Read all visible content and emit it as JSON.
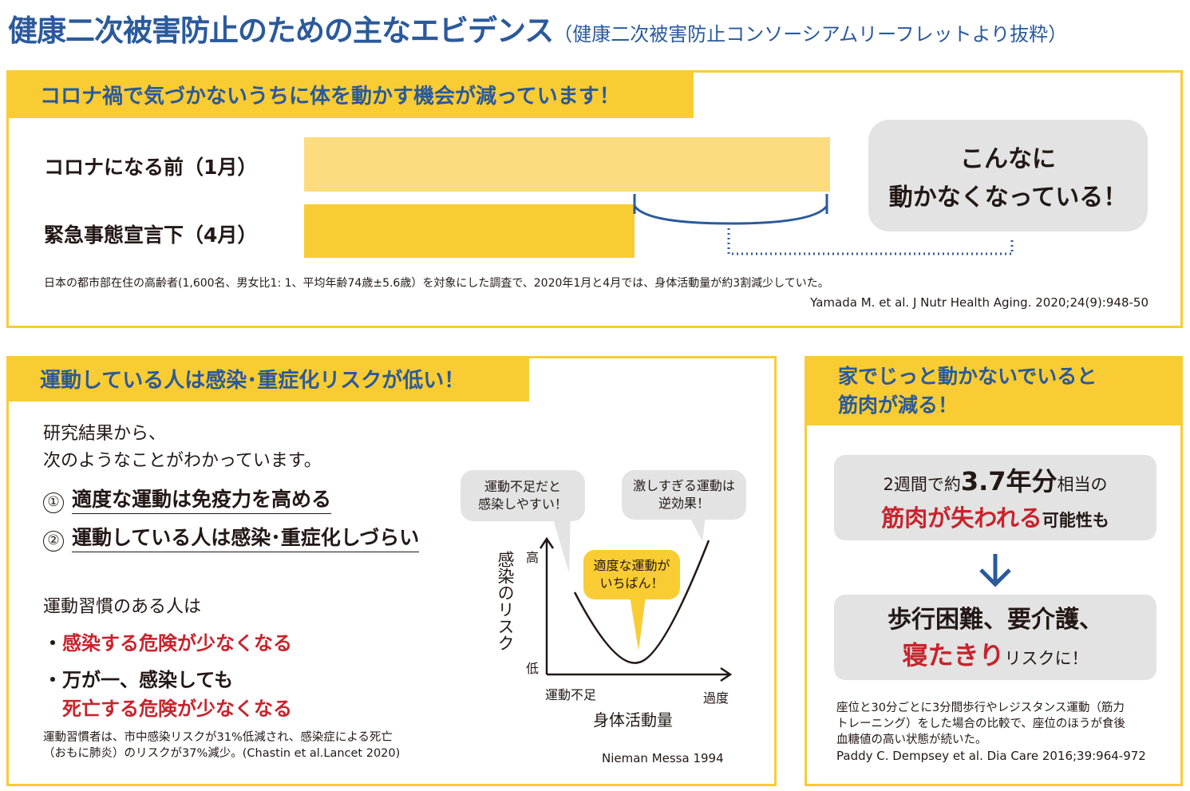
{
  "header": {
    "title": "健康二次被害防止のための主なエビデンス",
    "subtitle": "（健康二次被害防止コンソーシアムリーフレットより抜粋）"
  },
  "panel1": {
    "heading": "コロナ禍で気づかないうちに体を動かす機会が減っています！",
    "rows": [
      {
        "label": "コロナになる前（1月）",
        "relative_activity": 1.0
      },
      {
        "label": "緊急事態宣言下（4月）",
        "relative_activity": 0.63
      }
    ],
    "callout_line1": "こんなに",
    "callout_line2": "動かなくなっている！",
    "note": "日本の都市部在住の高齢者(1,600名、男女比1: 1、平均年齢74歳±5.6歳）を対象にした調査で、2020年1月と4月では、身体活動量が約3割減少していた。",
    "citation": "Yamada M. et al. J Nutr Health Aging. 2020;24(9):948-50"
  },
  "panel2": {
    "heading": "運動している人は感染･重症化リスクが低い！",
    "intro1": "研究結果から、",
    "intro2": "次のようなことがわかっています。",
    "points": [
      {
        "num": "①",
        "text": "適度な運動は免疫力を高める"
      },
      {
        "num": "②",
        "text": "運動している人は感染･重症化しづらい"
      }
    ],
    "habit": "運動習慣のある人は",
    "bullet1": "感染する危険が少なくなる",
    "bullet2a": "万が一、感染しても",
    "bullet2b": "死亡する危険が少なくなる",
    "bullet_mark": "・",
    "note1": "運動習慣者は、市中感染リスクが31%低減され、感染症による死亡",
    "note2": "（おもに肺炎）のリスクが37%減少。(Chastin et al.Lancet 2020)",
    "chart": {
      "bubble_left_1": "運動不足だと",
      "bubble_left_2": "感染しやすい！",
      "bubble_right_1": "激しすぎる運動は",
      "bubble_right_2": "逆効果！",
      "bubble_mid_1": "適度な運動が",
      "bubble_mid_2": "いちばん！",
      "ylabel": "感染のリスク",
      "y_high": "高",
      "y_low": "低",
      "x_low": "運動不足",
      "x_high": "過度",
      "xlabel": "身体活動量",
      "citation": "Nieman Messa 1994"
    }
  },
  "panel3": {
    "heading1": "家でじっと動かないでいると",
    "heading2": "筋肉が減る！",
    "box1_pre": "2週間で約",
    "box1_big": "3.7年分",
    "box1_post": "相当の",
    "box1_red": "筋肉が失われる",
    "box1_end": "可能性も",
    "box2_line1": "歩行困難、要介護、",
    "box2_red": "寝たきり",
    "box2_end": "リスクに！",
    "note1": "座位と30分ごとに3分間歩行やレジスタンス運動（筋力",
    "note2": "トレーニング）をした場合の比較で、座位のほうが食後",
    "note3": "血糖値の高い状態が続いた。",
    "citation": "Paddy C. Dempsey et al. Dia Care 2016;39:964-972"
  },
  "colors": {
    "blue": "#2a5a9c",
    "yellow": "#f9cc33",
    "light_yellow": "#fcdc7e",
    "red": "#c8232c",
    "gray": "#e3e3e3"
  }
}
